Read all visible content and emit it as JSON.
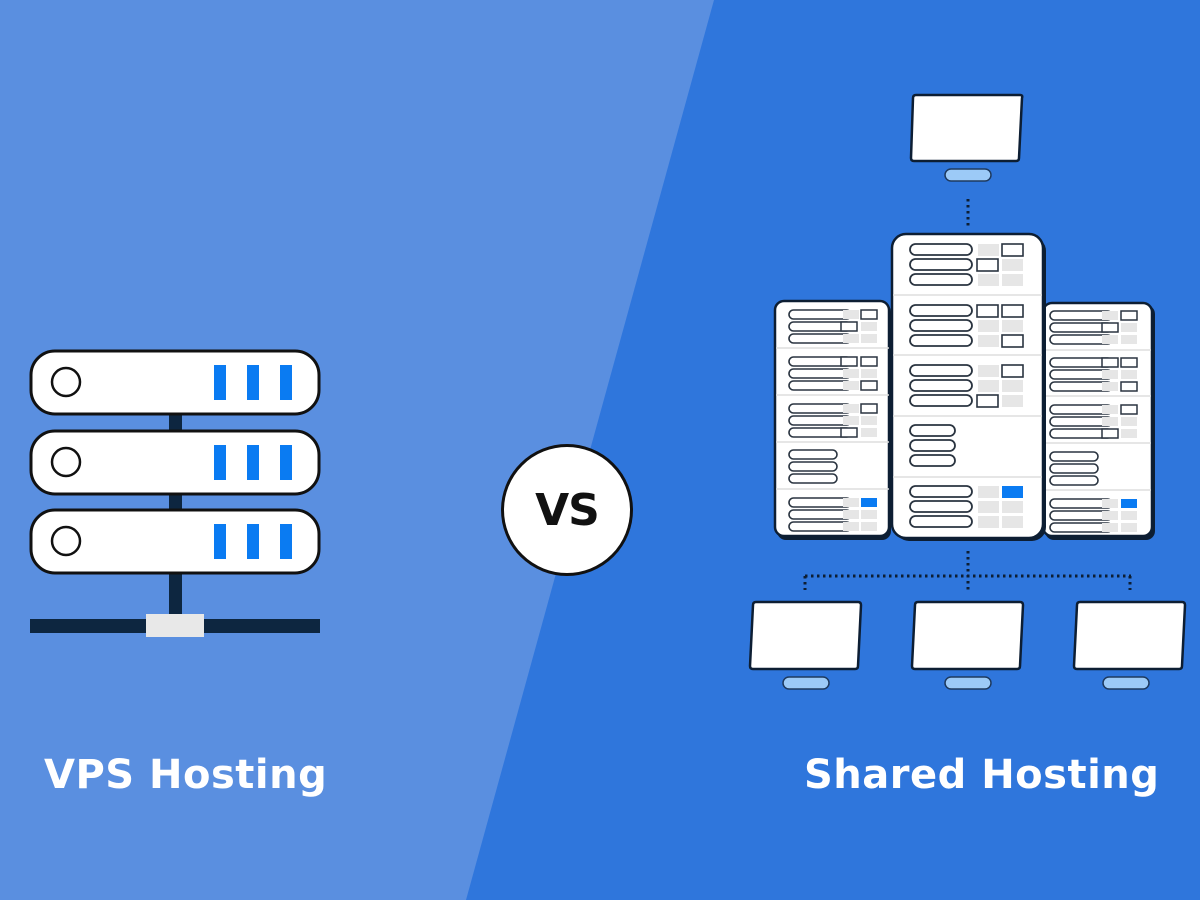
{
  "left_panel": {
    "title": "VPS Hosting",
    "background_color": "#5a8fe0",
    "illustration": "server-rack-icon",
    "server_units": 3,
    "indicator_bars_per_unit": 3,
    "indicator_color": "#0a7bf2"
  },
  "center": {
    "badge_text": "VS"
  },
  "right_panel": {
    "title": "Shared Hosting",
    "background_color": "#2f76dc",
    "illustration": "shared-server-network-icon",
    "top_clients": 1,
    "bottom_clients": 3,
    "server_towers": 3,
    "client_stand_color": "#9ccaf7"
  }
}
